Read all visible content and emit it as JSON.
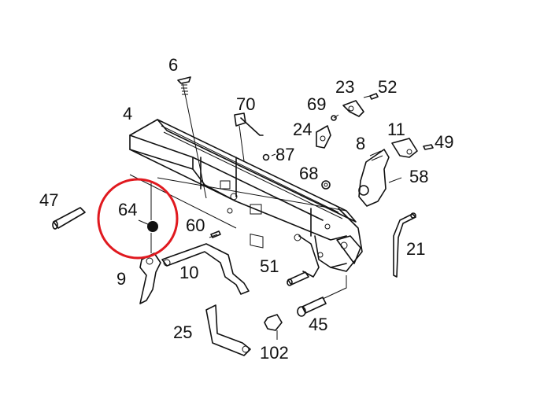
{
  "highlight": {
    "color": "#e0191f",
    "target_part": "64"
  },
  "parts": [
    {
      "id": "part-6",
      "label": "6"
    },
    {
      "id": "part-4",
      "label": "4"
    },
    {
      "id": "part-70",
      "label": "70"
    },
    {
      "id": "part-69",
      "label": "69"
    },
    {
      "id": "part-23",
      "label": "23"
    },
    {
      "id": "part-52",
      "label": "52"
    },
    {
      "id": "part-24",
      "label": "24"
    },
    {
      "id": "part-11",
      "label": "11"
    },
    {
      "id": "part-87",
      "label": "87"
    },
    {
      "id": "part-8",
      "label": "8"
    },
    {
      "id": "part-49",
      "label": "49"
    },
    {
      "id": "part-68",
      "label": "68"
    },
    {
      "id": "part-58",
      "label": "58"
    },
    {
      "id": "part-47",
      "label": "47"
    },
    {
      "id": "part-64",
      "label": "64"
    },
    {
      "id": "part-60",
      "label": "60"
    },
    {
      "id": "part-21",
      "label": "21"
    },
    {
      "id": "part-51",
      "label": "51"
    },
    {
      "id": "part-10",
      "label": "10"
    },
    {
      "id": "part-9",
      "label": "9"
    },
    {
      "id": "part-45",
      "label": "45"
    },
    {
      "id": "part-25",
      "label": "25"
    },
    {
      "id": "part-102",
      "label": "102"
    }
  ]
}
